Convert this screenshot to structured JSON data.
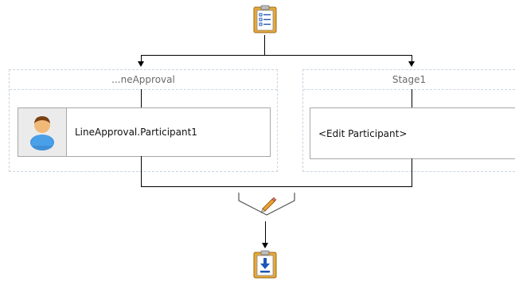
{
  "workflow": {
    "start_icon": "task-checklist-icon",
    "end_icon": "download-arrow-icon",
    "join_icon": "pencil-edit-icon",
    "stages": [
      {
        "title": "...neApproval",
        "participant": {
          "label": "LineApproval.Participant1",
          "icon": "user-participant-icon"
        }
      },
      {
        "title": "Stage1",
        "participant": {
          "label": "<Edit Participant>"
        }
      }
    ]
  },
  "colors": {
    "icon_orange": "#e7a83a",
    "icon_blue": "#1d56b8",
    "stage_border": "#c9d3e0",
    "participant_icon_bg": "#ebebeb"
  }
}
